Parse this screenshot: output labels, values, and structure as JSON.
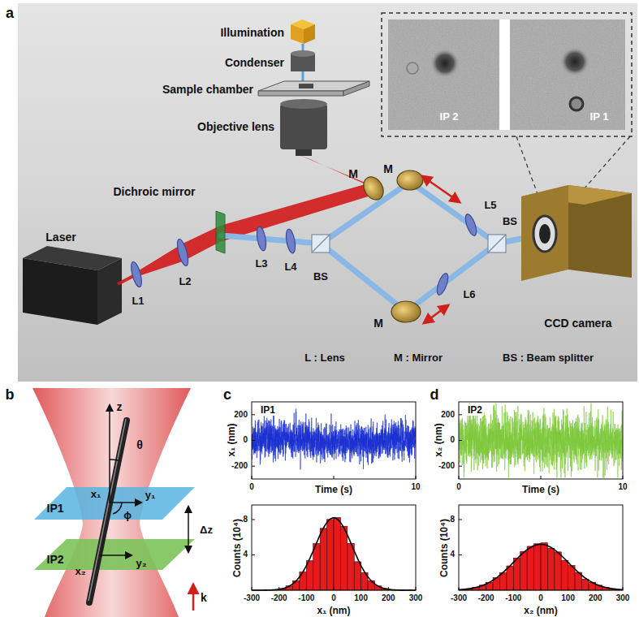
{
  "diagram": {
    "labels": [
      "a",
      "Illumination",
      "Condenser",
      "Sample chamber",
      "Objective lens",
      "M",
      "Dichroic mirror",
      "Laser",
      "L1",
      "L2",
      "L3",
      "L4",
      "BS",
      "M",
      "L5",
      "BS",
      "M",
      "L6",
      "CCD camera",
      "L : Lens",
      "M : Mirror",
      "BS : Beam splitter",
      "IP 2",
      "IP 1",
      "b",
      "z",
      "θ",
      "x₁",
      "y₁",
      "ϕ",
      "IP1",
      "Δz",
      "IP2",
      "x₂",
      "y₂",
      "k",
      "c",
      "IP1",
      "x₁ (nm)",
      "200",
      "0",
      "-200",
      "0",
      "10",
      "Time (s)",
      "Counts (10⁴)",
      "8",
      "4",
      "-300",
      "-200",
      "-100",
      "0",
      "100",
      "200",
      "300",
      "x₁ (nm)",
      "d",
      "IP2",
      "x₂ (nm)",
      "200",
      "0",
      "-200",
      "0",
      "10",
      "Time (s)",
      "Counts (10⁴)",
      "8",
      "4",
      "-300",
      "-200",
      "-100",
      "0",
      "100",
      "200",
      "300",
      "x₂ (nm)"
    ]
  }
}
